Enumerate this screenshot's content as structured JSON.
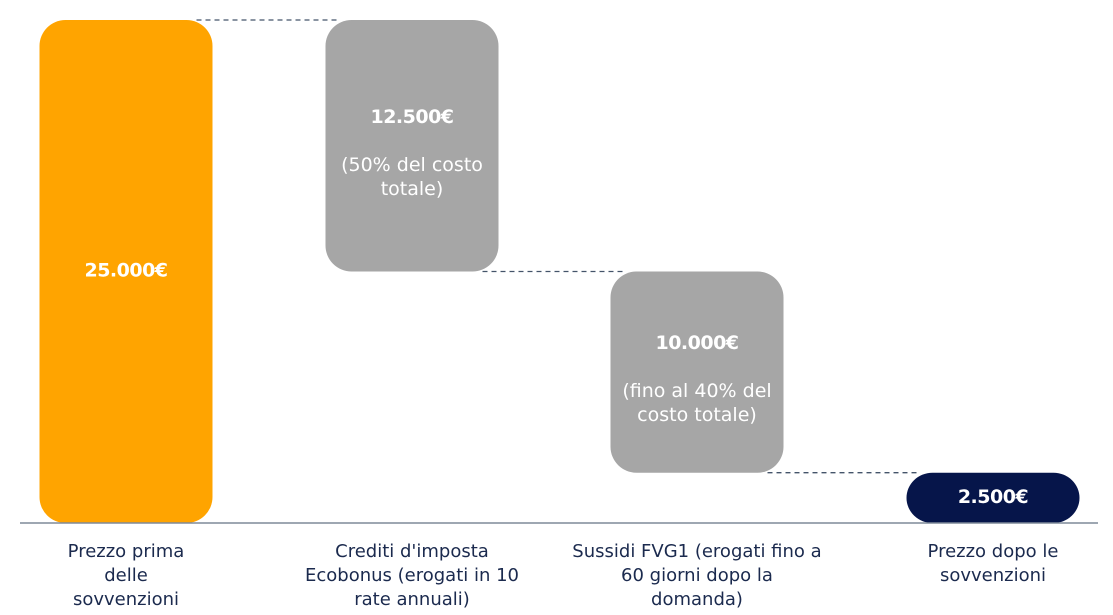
{
  "chart_data": {
    "type": "bar",
    "subtype": "waterfall",
    "categories": [
      [
        "Prezzo prima",
        "delle",
        "sovvenzioni"
      ],
      [
        "Crediti d'imposta",
        "Ecobonus (erogati in 10",
        "rate annuali)"
      ],
      [
        "Sussidi FVG1  (erogati fino a",
        "60 giorni dopo la",
        "domanda)"
      ],
      [
        "Prezzo dopo le",
        "sovvenzioni"
      ]
    ],
    "values": [
      25000,
      -12500,
      -10000,
      2500
    ],
    "value_labels": [
      "25.000€",
      "12.500€",
      "10.000€",
      "2.500€"
    ],
    "notes": [
      [],
      [
        "(50% del costo",
        "totale)"
      ],
      [
        "(fino al 40% del",
        "costo totale)"
      ],
      []
    ],
    "colors": [
      "#FFA400",
      "#A6A6A6",
      "#A6A6A6",
      "#06154A"
    ],
    "connectors": "dashed",
    "ylim": [
      0,
      25000
    ],
    "grid": false,
    "legend": "none"
  }
}
